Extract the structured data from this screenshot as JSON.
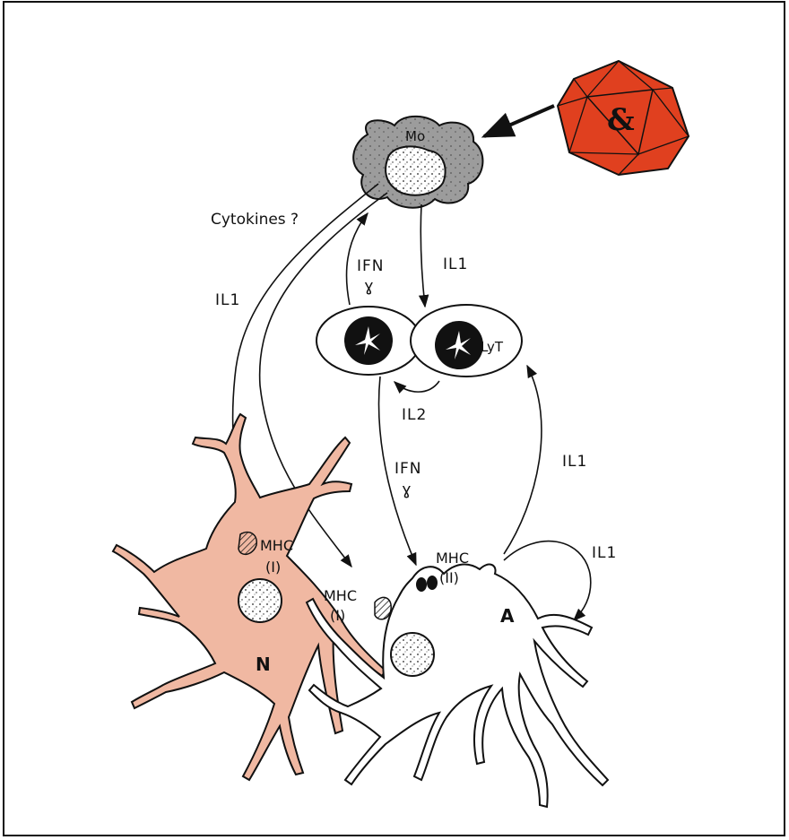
{
  "labels": {
    "mo": "Mo",
    "cytokines": "Cytokines ?",
    "il1_left": "IL1",
    "ifn_top": "IFN",
    "gamma_top": "ɣ",
    "il1_center": "IL1",
    "lyt": "LyT",
    "il2": "IL2",
    "ifn_mid": "IFN",
    "gamma_mid": "ɣ",
    "il1_right": "IL1",
    "il1_far_right": "IL1",
    "mhc_neuron": "MHC",
    "mhc_neuron_class": "(I)",
    "mhc_astro_left": "MHC",
    "mhc_astro_left_class": "(I)",
    "mhc_astro_right": "MHC",
    "mhc_astro_right_class": "(II)",
    "neuron": "N",
    "astrocyte": "A",
    "virus_symbol": "&"
  },
  "colors": {
    "virus_red": "#e0401f",
    "neuron_pink": "#f0b8a2",
    "macrophage_gray": "#9c9c9c",
    "outline": "#111111"
  }
}
